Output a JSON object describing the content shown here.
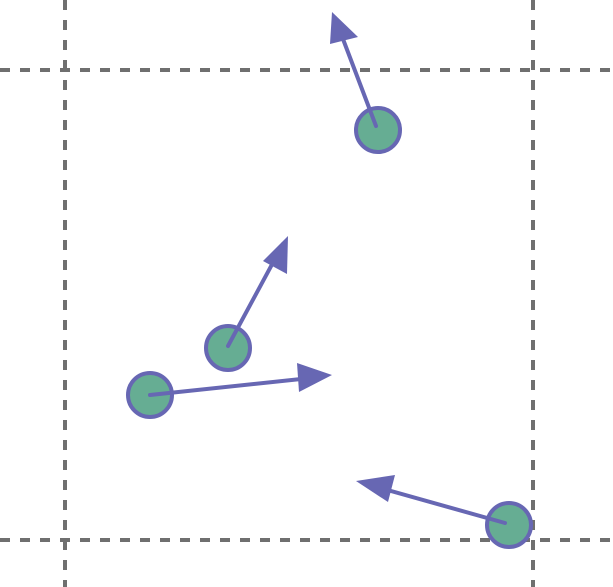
{
  "colors": {
    "grid_line": "#6f6f6f",
    "particle_fill": "#66ad93",
    "particle_stroke": "#6767b3",
    "velocity_arrow": "#6767b3",
    "background": "#ffffff"
  },
  "icons": {
    "particle": "filled-circle",
    "velocity": "arrow"
  },
  "grid": {
    "line_style": "dashed",
    "vertical_lines": 2,
    "horizontal_lines": 2
  },
  "particles": [
    {
      "id": "particle-top"
    },
    {
      "id": "particle-middle"
    },
    {
      "id": "particle-left"
    },
    {
      "id": "particle-bottom-right"
    }
  ]
}
